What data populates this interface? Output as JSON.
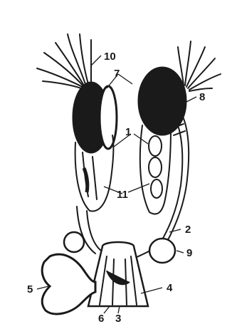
{
  "figure": {
    "labels": [
      "1",
      "2",
      "3",
      "4",
      "5",
      "6",
      "7",
      "8",
      "9",
      "10",
      "11"
    ]
  }
}
